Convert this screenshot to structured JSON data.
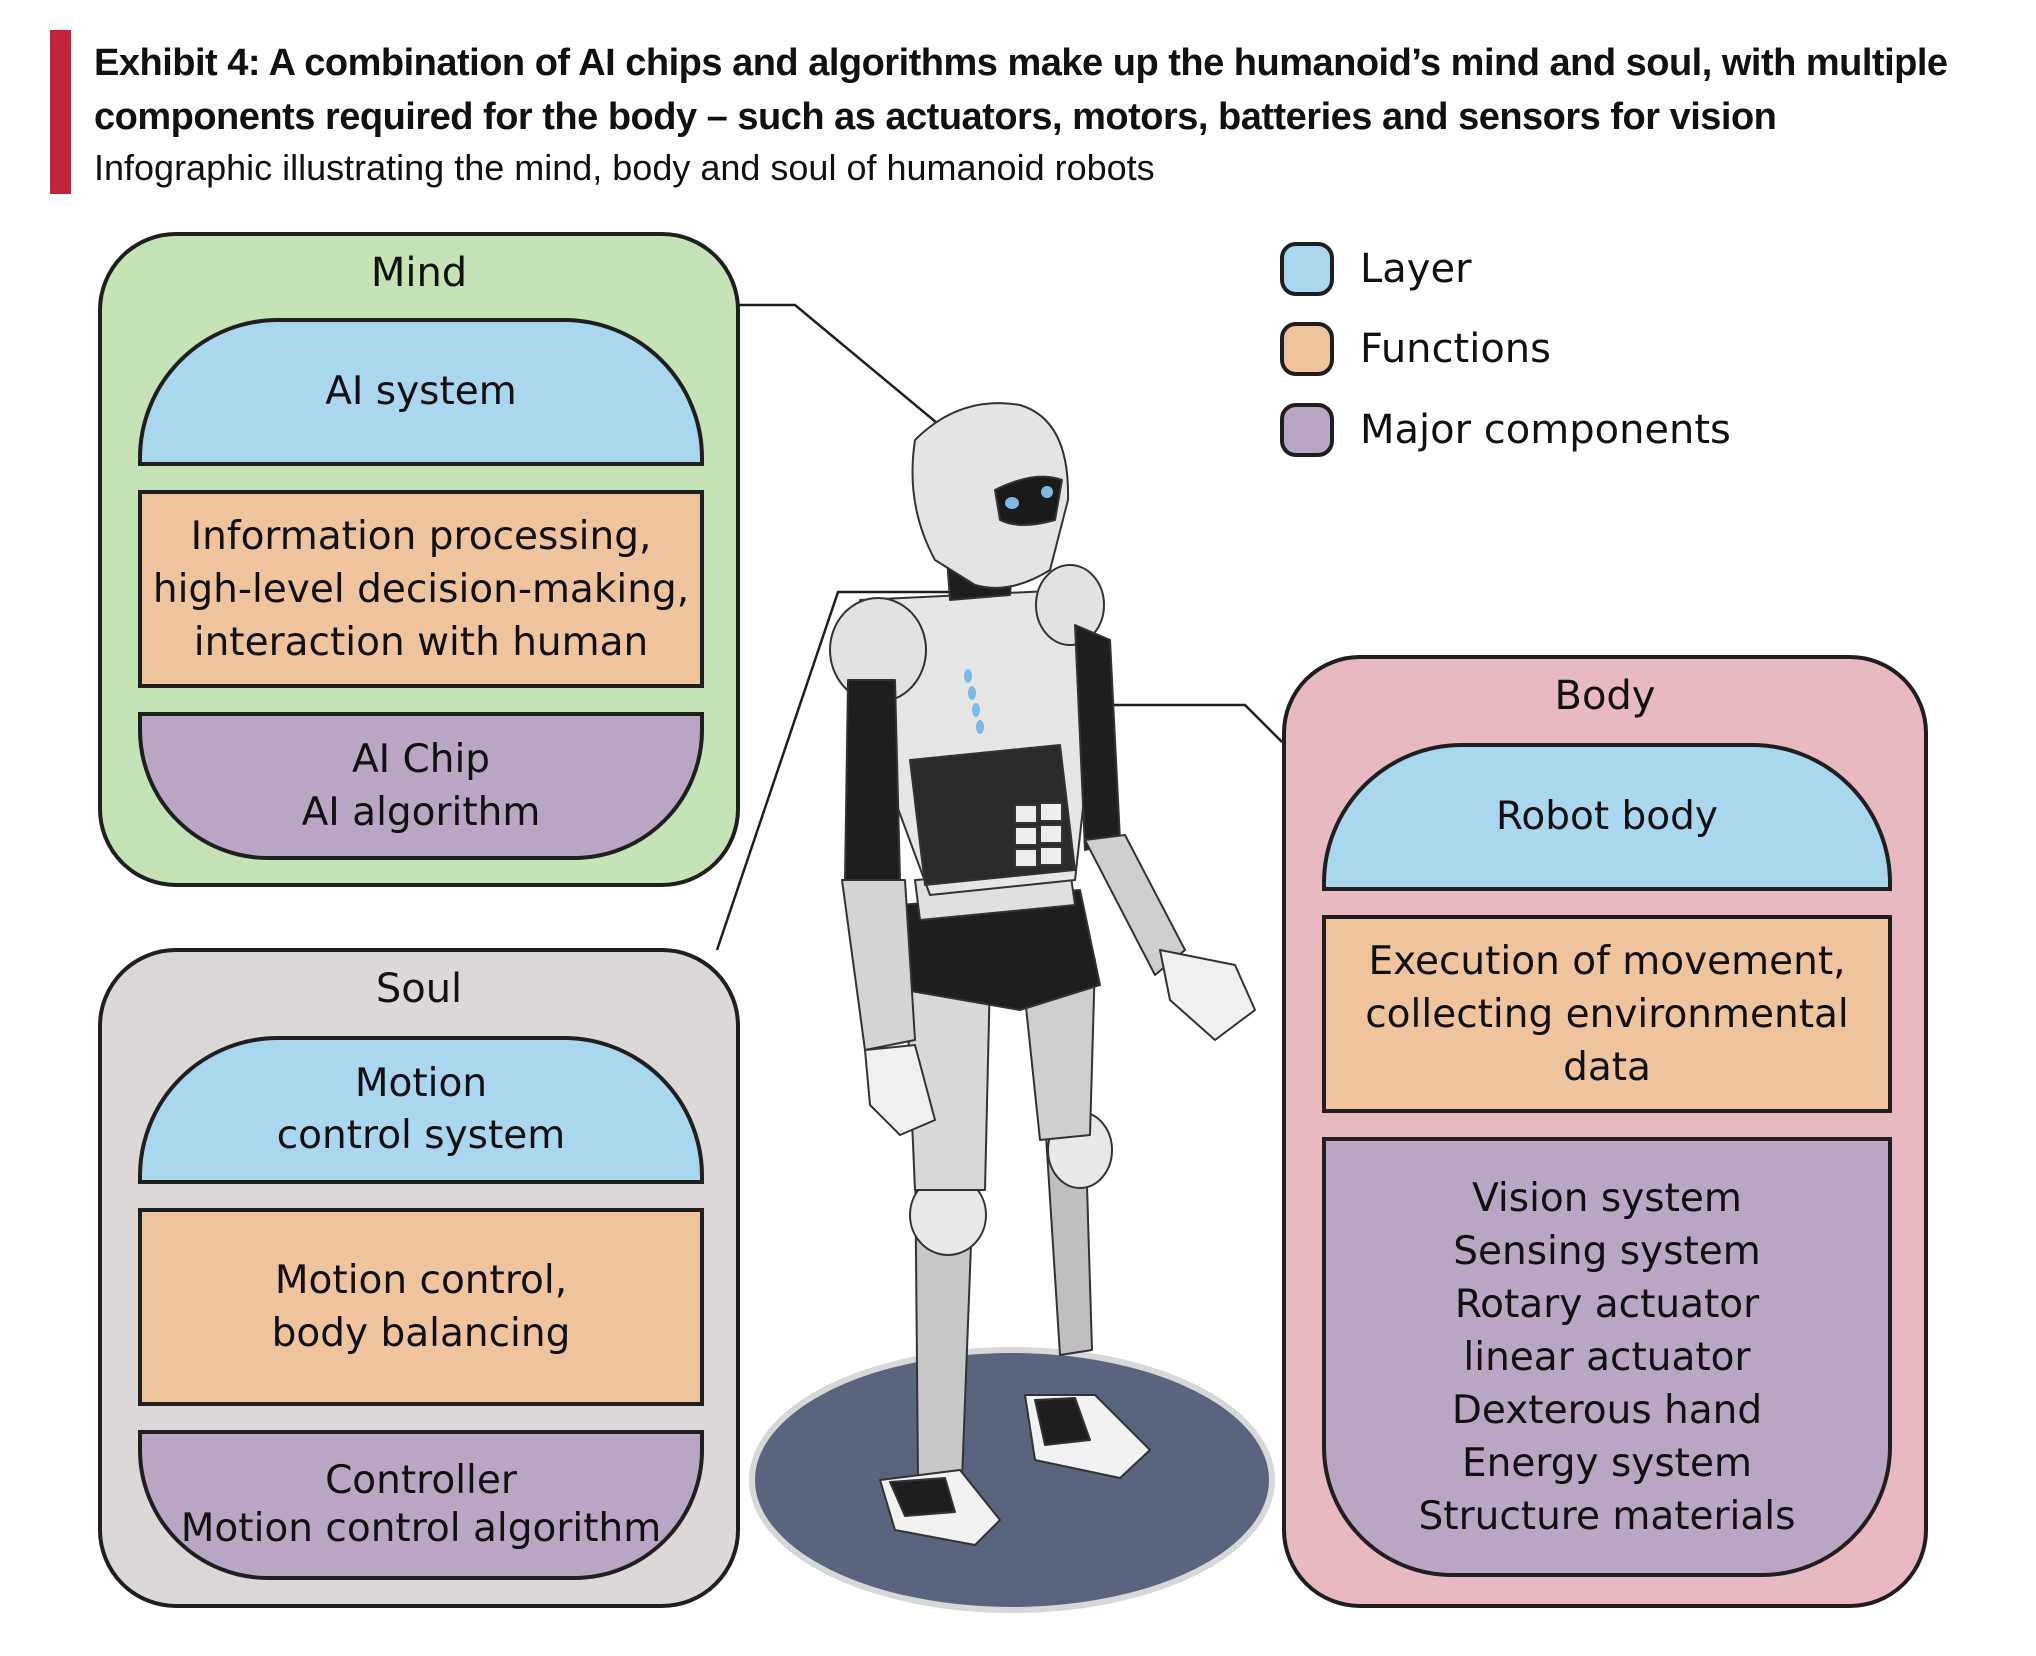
{
  "header": {
    "title": "Exhibit 4: A combination of AI chips and algorithms make up the humanoid’s mind and soul, with multiple components required for the body – such as actuators, motors, batteries and sensors for vision",
    "subtitle": "Infographic illustrating the mind, body and soul of humanoid robots",
    "accent_color": "#c0243a"
  },
  "legend": [
    {
      "label": "Layer",
      "color": "#a9d7ee"
    },
    {
      "label": "Functions",
      "color": "#efc49d"
    },
    {
      "label": "Major components",
      "color": "#b9a6c2"
    }
  ],
  "mind": {
    "title": "Mind",
    "panel_color": "#c5e3b6",
    "layer": "AI system",
    "functions": [
      "Information processing,",
      "high-level decision-making,",
      "interaction with human"
    ],
    "components": [
      "AI Chip",
      "AI algorithm"
    ]
  },
  "soul": {
    "title": "Soul",
    "panel_color": "#dcd8d8",
    "layer": [
      "Motion",
      "control system"
    ],
    "functions": [
      "Motion control,",
      "body balancing"
    ],
    "components": [
      "Controller",
      "Motion control algorithm"
    ]
  },
  "body": {
    "title": "Body",
    "panel_color": "#e8b9c1",
    "layer": "Robot body",
    "functions": [
      "Execution of movement,",
      "collecting environmental",
      "data"
    ],
    "components": [
      "Vision system",
      "Sensing system",
      "Rotary actuator",
      "linear actuator",
      "Dexterous hand",
      "Energy system",
      "Structure materials"
    ]
  },
  "illustration": {
    "subject": "humanoid-robot",
    "base_color": "#5b647d"
  }
}
